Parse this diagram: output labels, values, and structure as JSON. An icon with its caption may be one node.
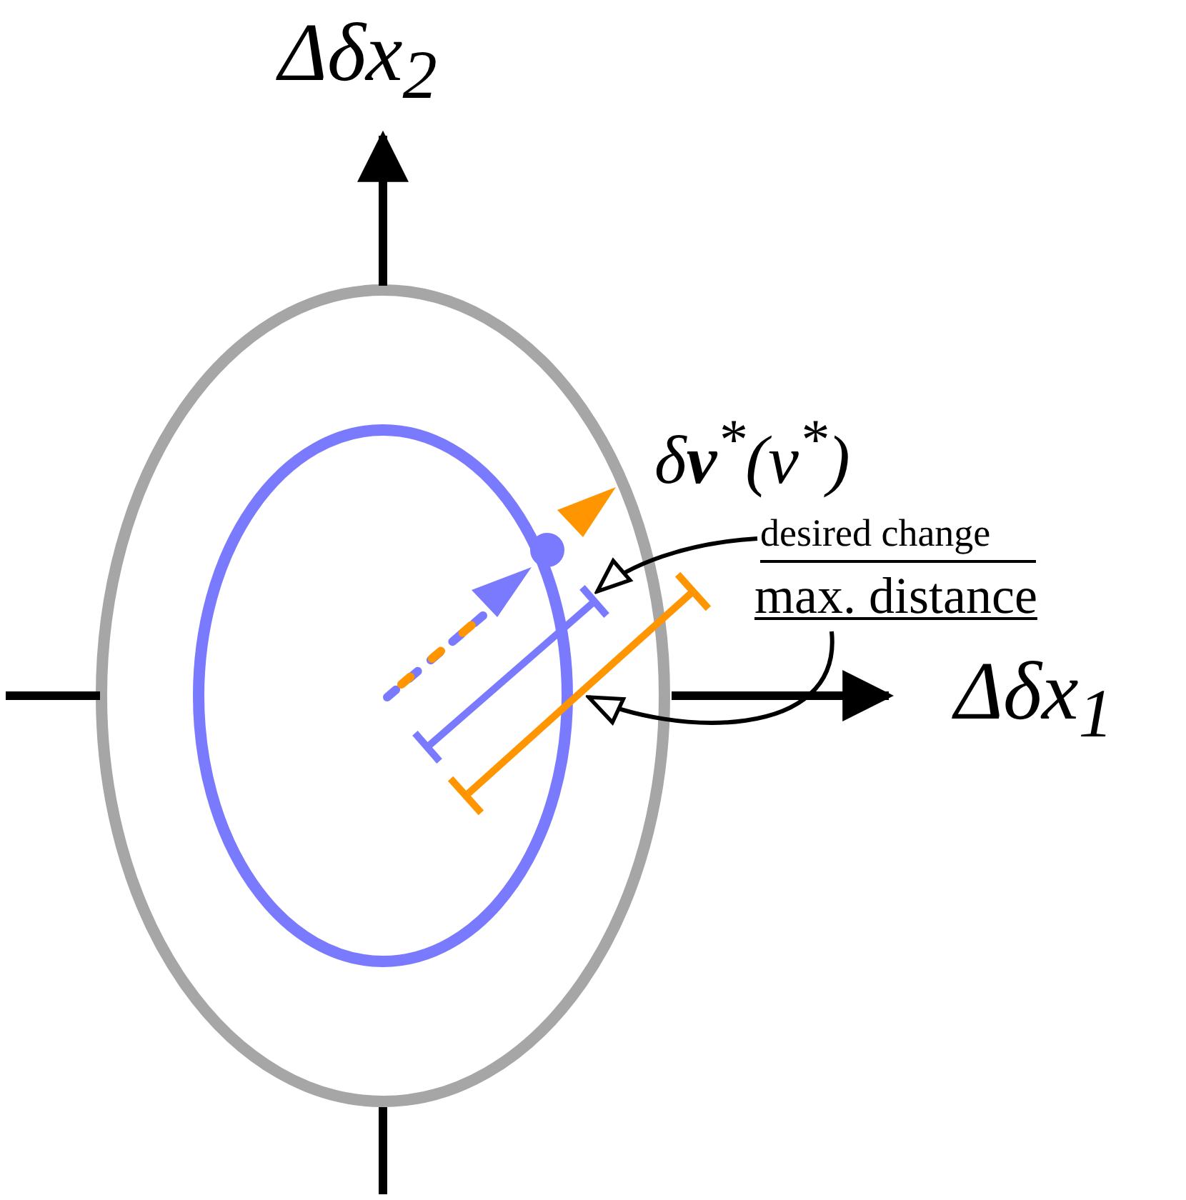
{
  "diagram": {
    "nodes": [
      {
        "text": [
          "desired change"
        ]
      },
      {
        "text": [
          "max. distance"
        ]
      },
      {
        "text": [],
        "shape": "bar"
      },
      {
        "text": [],
        "shape": "bar"
      }
    ],
    "edges": [
      {
        "from": 0,
        "to": 2,
        "arrow": "to"
      },
      {
        "from": 1,
        "to": 3,
        "arrow": "to"
      }
    ],
    "labels": [
      "Δδx$_{2}$",
      "δ**v**$^{*}$(ν$^{*}$)",
      "Δδx$_{1}$"
    ]
  }
}
